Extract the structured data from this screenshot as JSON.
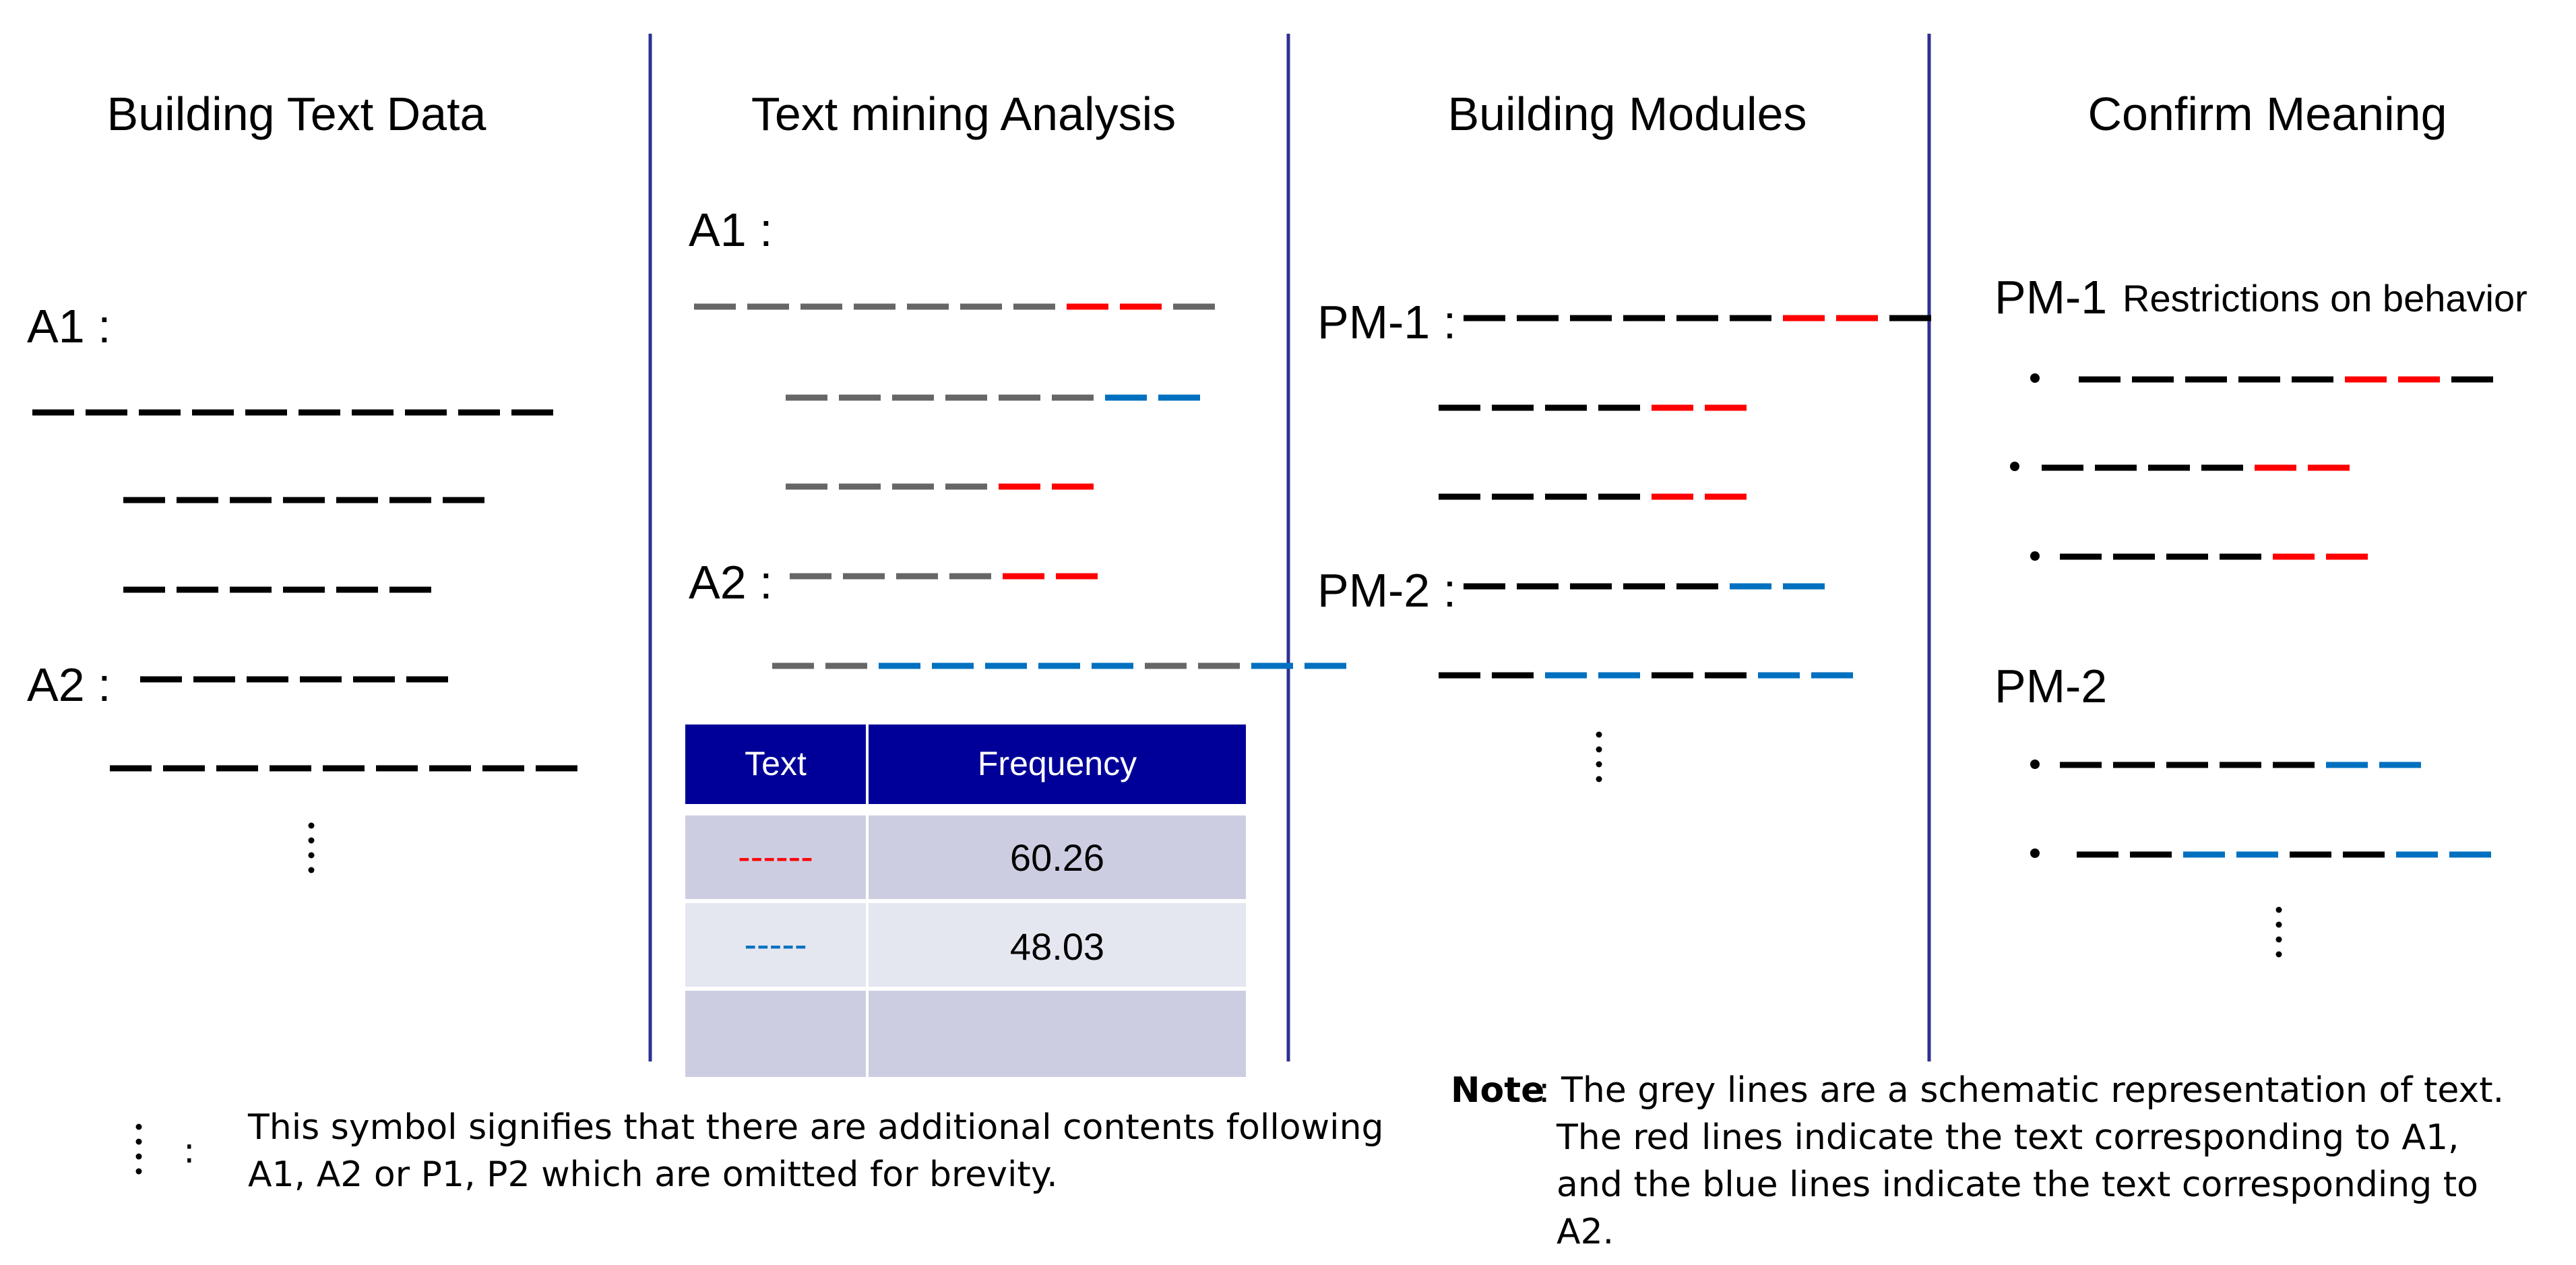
{
  "columns": [
    {
      "title": "Building Text Data"
    },
    {
      "title": "Text mining Analysis"
    },
    {
      "title": "Building Modules"
    },
    {
      "title": "Confirm Meaning"
    }
  ],
  "col1": {
    "a1": "A1  :",
    "a2": "A2  :"
  },
  "col2": {
    "a1": "A1  :",
    "a2": "A2  :"
  },
  "table": {
    "header": [
      "Text",
      "Frequency"
    ],
    "rows": [
      {
        "text": "------",
        "value": "60.26",
        "color": "#ff0000"
      },
      {
        "text": "-----",
        "value": "48.03",
        "color": "#0070c0"
      }
    ]
  },
  "col3": {
    "pm1": "PM-1  :",
    "pm2": "PM-2  :"
  },
  "col4": {
    "pm1": "PM-1",
    "pm1_desc": "Restrictions on behavior",
    "pm2": "PM-2"
  },
  "legend": {
    "line1": "This symbol signifies that there are additional contents following",
    "line2": "A1, A2 or P1, P2 which are omitted for brevity."
  },
  "note": {
    "label": "Note",
    "lines": [
      ": The grey lines are a schematic representation of text.",
      "The red lines indicate the text corresponding to A1,",
      "and the blue lines indicate the text corresponding to",
      "A2."
    ]
  },
  "colors": {
    "divider": "#2e3192",
    "header": "#000099",
    "row_dark": "#cdcde2",
    "row_light": "#e4e6f0",
    "red": "#ff0000",
    "blue": "#0070c0",
    "grey": "#666666",
    "black": "#000000"
  }
}
